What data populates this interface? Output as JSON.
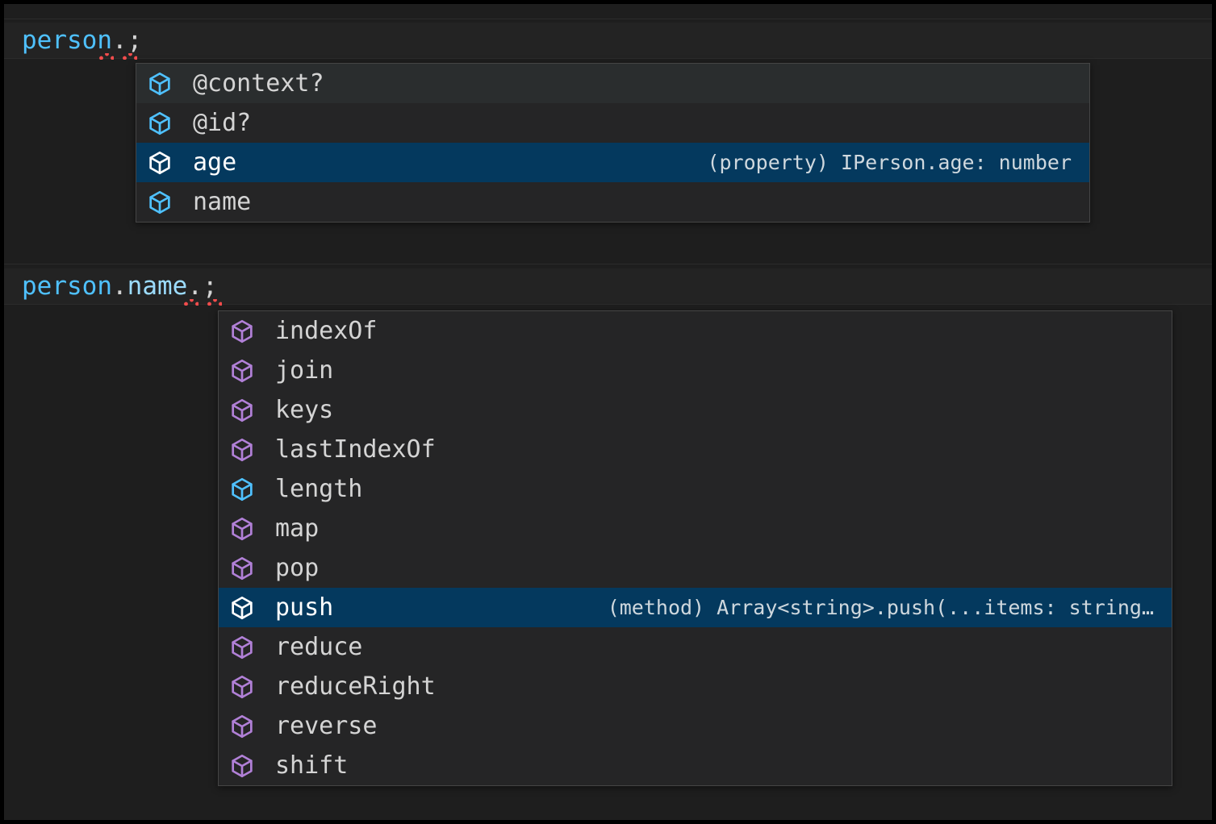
{
  "colors": {
    "editor_background": "#1e1e1e",
    "code_line_background": "#232323",
    "widget_background": "#252526",
    "widget_border": "#454545",
    "selected_row": "#04395e",
    "hovered_row": "#2a2d2e",
    "variable_token": "#4fc1ff",
    "property_token": "#9cdcfe",
    "punctuation_token": "#d4d4d4",
    "error_squiggle": "#f14c4c",
    "icon_method": "#b180d7",
    "icon_property": "#4fc1ff",
    "icon_selected": "#ffffff"
  },
  "editor": {
    "lines": [
      {
        "name": "code-line-1",
        "tokens": [
          {
            "text": "person",
            "type": "variable"
          },
          {
            "text": ".",
            "type": "punctuation"
          },
          {
            "text": ";",
            "type": "punctuation"
          }
        ],
        "plain": "person.;"
      },
      {
        "name": "code-line-2",
        "tokens": [
          {
            "text": "person",
            "type": "variable"
          },
          {
            "text": ".",
            "type": "punctuation"
          },
          {
            "text": "name",
            "type": "property"
          },
          {
            "text": ".",
            "type": "punctuation"
          },
          {
            "text": ";",
            "type": "punctuation"
          }
        ],
        "plain": "person.name.;"
      }
    ]
  },
  "suggest_widgets": [
    {
      "name": "suggest-widget-person",
      "anchor_line": "person.;",
      "rows": [
        {
          "label": "@context?",
          "icon": "symbol-property-icon",
          "icon_kind": "property",
          "detail": "",
          "state": "hovered"
        },
        {
          "label": "@id?",
          "icon": "symbol-property-icon",
          "icon_kind": "property",
          "detail": "",
          "state": "normal"
        },
        {
          "label": "age",
          "icon": "symbol-property-icon",
          "icon_kind": "property",
          "detail": "(property) IPerson.age: number",
          "state": "selected"
        },
        {
          "label": "name",
          "icon": "symbol-property-icon",
          "icon_kind": "property",
          "detail": "",
          "state": "normal"
        }
      ]
    },
    {
      "name": "suggest-widget-person-name",
      "anchor_line": "person.name.;",
      "rows": [
        {
          "label": "indexOf",
          "icon": "symbol-method-icon",
          "icon_kind": "method",
          "detail": "",
          "state": "normal"
        },
        {
          "label": "join",
          "icon": "symbol-method-icon",
          "icon_kind": "method",
          "detail": "",
          "state": "normal"
        },
        {
          "label": "keys",
          "icon": "symbol-method-icon",
          "icon_kind": "method",
          "detail": "",
          "state": "normal"
        },
        {
          "label": "lastIndexOf",
          "icon": "symbol-method-icon",
          "icon_kind": "method",
          "detail": "",
          "state": "normal"
        },
        {
          "label": "length",
          "icon": "symbol-property-icon",
          "icon_kind": "property",
          "detail": "",
          "state": "normal"
        },
        {
          "label": "map",
          "icon": "symbol-method-icon",
          "icon_kind": "method",
          "detail": "",
          "state": "normal"
        },
        {
          "label": "pop",
          "icon": "symbol-method-icon",
          "icon_kind": "method",
          "detail": "",
          "state": "normal"
        },
        {
          "label": "push",
          "icon": "symbol-method-icon",
          "icon_kind": "method",
          "detail": "(method) Array<string>.push(...items: string…",
          "state": "selected"
        },
        {
          "label": "reduce",
          "icon": "symbol-method-icon",
          "icon_kind": "method",
          "detail": "",
          "state": "normal"
        },
        {
          "label": "reduceRight",
          "icon": "symbol-method-icon",
          "icon_kind": "method",
          "detail": "",
          "state": "normal"
        },
        {
          "label": "reverse",
          "icon": "symbol-method-icon",
          "icon_kind": "method",
          "detail": "",
          "state": "normal"
        },
        {
          "label": "shift",
          "icon": "symbol-method-icon",
          "icon_kind": "method",
          "detail": "",
          "state": "normal"
        }
      ]
    }
  ]
}
